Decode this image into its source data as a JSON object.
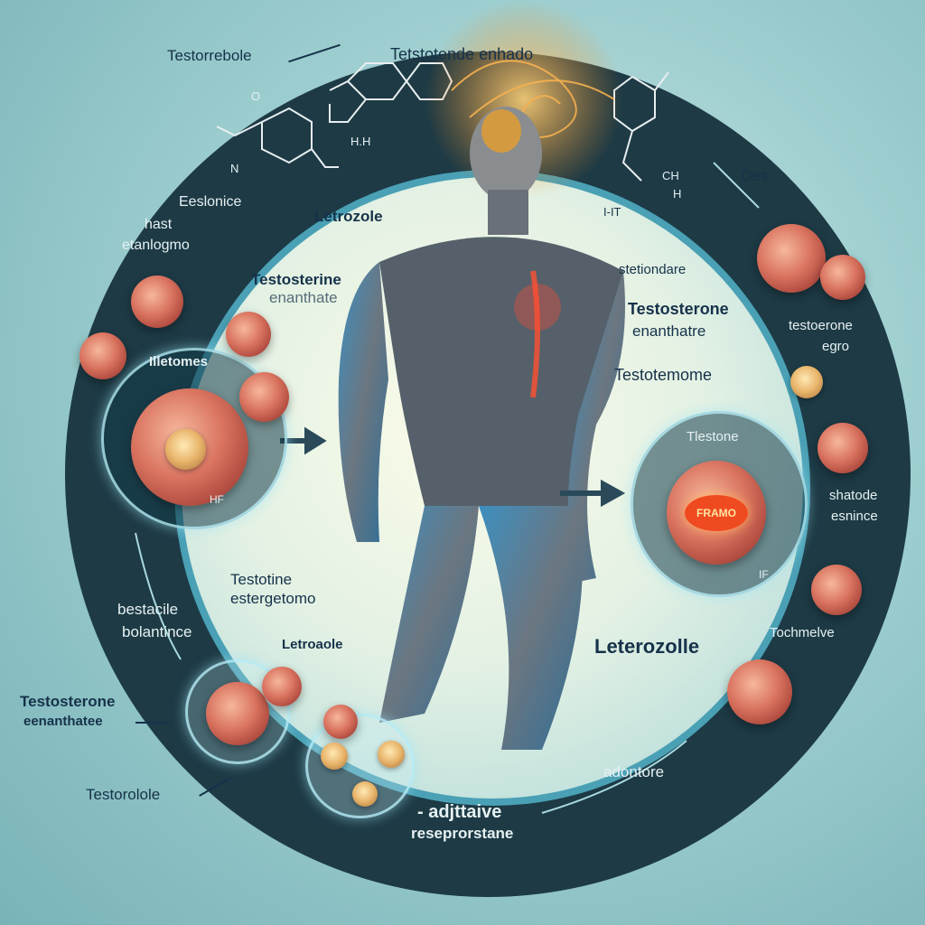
{
  "labels": {
    "top_left": "Testorrebole",
    "top_center": "Tetstotende enhado",
    "chem_hh": "H.H",
    "chem_ch": "CH",
    "chem_h": "H",
    "chem_lt": "I-IT",
    "chem_o": "O",
    "chem_n": "N",
    "left_ring_1": "Eeslonice",
    "left_ring_2": "hast",
    "left_ring_3": "etanlogmo",
    "letrozole_top": "Letrozole",
    "testosterine_1": "Testosterine",
    "testosterine_2": "enanthate",
    "cell_cluster": "Illetomes",
    "cell_cluster_sub": "HF",
    "des": "Des",
    "stetiondare": "stetiondare",
    "testosterone_right_1": "Testosterone",
    "testosterone_right_2": "enanthatre",
    "testoerone_ring_1": "testoerone",
    "testoerone_ring_2": "egro",
    "testotemome": "Testotemome",
    "right_bubble_title": "Tlestone",
    "right_bubble_badge": "FRAMO",
    "right_bubble_sub": "IF",
    "shatode_1": "shatode",
    "shatode_2": "esnince",
    "testotine_1": "Testotine",
    "testotine_2": "estergetomo",
    "bestacile_1": "bestacile",
    "bestacile_2": "bolantince",
    "letrozole_mid": "Letroaole",
    "leterozolle": "Leterozolle",
    "tochmelve": "Tochmelve",
    "testosterone_left_1": "Testosterone",
    "testosterone_left_2": "eenanthatee",
    "testorolole": "Testorolole",
    "adontore": "adontore",
    "adaptive_1": "- adjttaive",
    "adaptive_2": "reseprorstane"
  },
  "colors": {
    "ring": "#1d3a45",
    "inner": "#eef6e6",
    "text_dark": "#16324a",
    "accent_glow": "#f0a040",
    "badge": "#f04a20"
  }
}
